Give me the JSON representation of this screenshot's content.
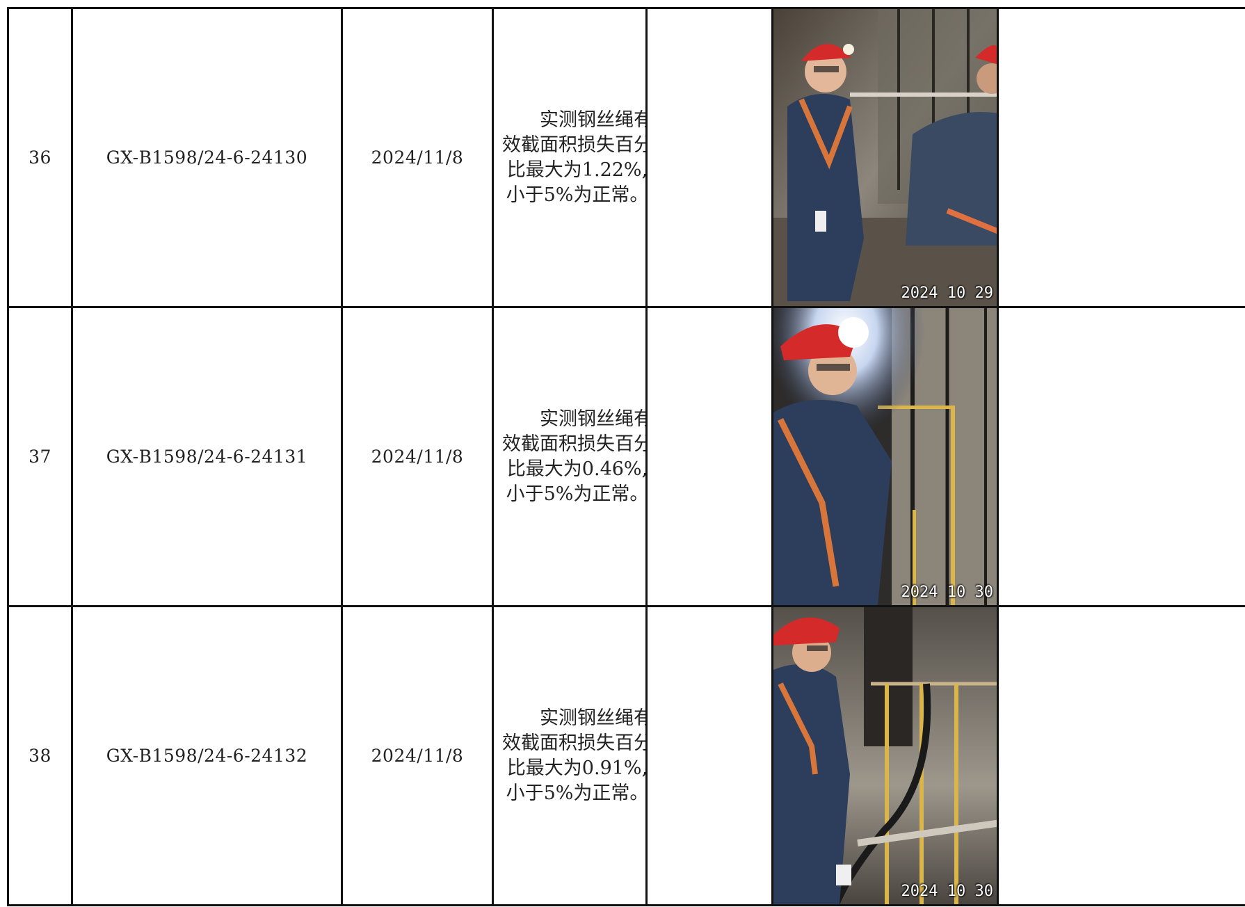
{
  "table": {
    "rows": [
      {
        "index": "36",
        "code": "GX-B1598/24-6-24130",
        "date": "2024/11/8",
        "result_lines": [
          "实测钢丝绳有",
          "效截面积损失百分",
          "比最大为1.22%,",
          "小于5%为正常。"
        ],
        "remark": "",
        "photo": {
          "subject": "worker-red-helmet-harness-shaft",
          "timestamp": "2024 10 29"
        }
      },
      {
        "index": "37",
        "code": "GX-B1598/24-6-24131",
        "date": "2024/11/8",
        "result_lines": [
          "实测钢丝绳有",
          "效截面积损失百分",
          "比最大为0.46%,",
          "小于5%为正常。"
        ],
        "remark": "",
        "photo": {
          "subject": "worker-headlamp-shaft",
          "timestamp": "2024 10 30"
        }
      },
      {
        "index": "38",
        "code": "GX-B1598/24-6-24132",
        "date": "2024/11/8",
        "result_lines": [
          "实测钢丝绳有",
          "效截面积损失百分",
          "比最大为0.91%,",
          "小于5%为正常。"
        ],
        "remark": "",
        "photo": {
          "subject": "worker-inspecting-rope-shaft",
          "timestamp": "2024 10 30"
        }
      }
    ]
  },
  "colors": {
    "border": "#111111",
    "text": "#222222",
    "helmet": "#d42a2a",
    "jacket": "#2c3e5c",
    "harness": "#d8753a",
    "shaft_dark": "#3a3530",
    "shaft_light": "#9c958a",
    "rail": "#d9b54a"
  }
}
